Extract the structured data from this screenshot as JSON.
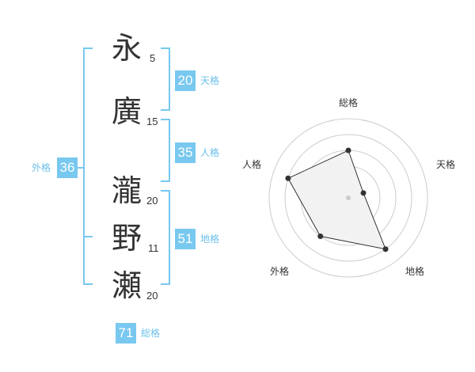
{
  "name": {
    "characters": [
      {
        "char": "永",
        "strokes": "5"
      },
      {
        "char": "廣",
        "strokes": "15"
      },
      {
        "char": "瀧",
        "strokes": "20"
      },
      {
        "char": "野",
        "strokes": "11"
      },
      {
        "char": "瀬",
        "strokes": "20"
      }
    ]
  },
  "scores": {
    "tenkaku": {
      "value": "20",
      "label": "天格"
    },
    "jinkaku": {
      "value": "35",
      "label": "人格"
    },
    "chikaku": {
      "value": "51",
      "label": "地格"
    },
    "gaikaku": {
      "value": "36",
      "label": "外格"
    },
    "soukaku": {
      "value": "71",
      "label": "総格"
    }
  },
  "colors": {
    "accent": "#78c8ef",
    "accent_text": "#6cc0ea",
    "text": "#333333",
    "radar_fill": "#f2f2f2",
    "radar_grid": "#cccccc"
  },
  "chart_data": {
    "type": "radar",
    "axes": [
      "総格",
      "天格",
      "地格",
      "外格",
      "人格"
    ],
    "values": [
      3,
      1,
      4,
      3,
      4
    ],
    "max": 5,
    "rings": 5
  }
}
